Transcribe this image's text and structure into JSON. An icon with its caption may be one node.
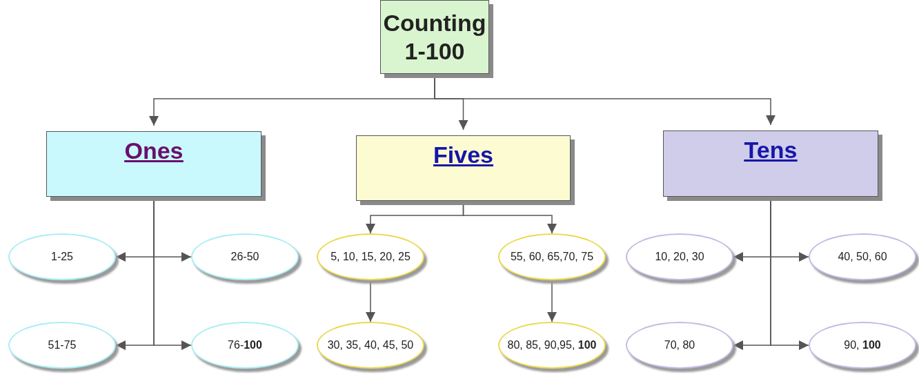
{
  "diagram": {
    "nodes": [
      {
        "text": [
          "Counting 1-100"
        ]
      },
      {
        "text": [
          "Ones"
        ]
      },
      {
        "text": [
          "Fives"
        ]
      },
      {
        "text": [
          "Tens"
        ]
      },
      {
        "text": [
          "1-25"
        ]
      },
      {
        "text": [
          "26-50"
        ]
      },
      {
        "text": [
          "51-75"
        ]
      },
      {
        "text": [
          "76-**100**"
        ]
      },
      {
        "text": [
          "5, 10, 15, 20, 25"
        ]
      },
      {
        "text": [
          "55, 60, 65,70, 75"
        ]
      },
      {
        "text": [
          "30, 35, 40, 45, 50"
        ]
      },
      {
        "text": [
          "80, 85, 90,95, **100**"
        ]
      },
      {
        "text": [
          "10, 20, 30"
        ]
      },
      {
        "text": [
          "40, 50, 60"
        ]
      },
      {
        "text": [
          "70, 80"
        ]
      },
      {
        "text": [
          "90, **100**"
        ]
      }
    ],
    "edges": [
      {
        "from": 0,
        "to": 1,
        "arrow": "to"
      },
      {
        "from": 0,
        "to": 2,
        "arrow": "to"
      },
      {
        "from": 0,
        "to": 3,
        "arrow": "to"
      },
      {
        "from": 1,
        "to": 4,
        "arrow": "to"
      },
      {
        "from": 1,
        "to": 5,
        "arrow": "to"
      },
      {
        "from": 1,
        "to": 6,
        "arrow": "to"
      },
      {
        "from": 1,
        "to": 7,
        "arrow": "to"
      },
      {
        "from": 2,
        "to": 8,
        "arrow": "to"
      },
      {
        "from": 2,
        "to": 9,
        "arrow": "to"
      },
      {
        "from": 8,
        "to": 10,
        "arrow": "to"
      },
      {
        "from": 9,
        "to": 11,
        "arrow": "to"
      },
      {
        "from": 3,
        "to": 12,
        "arrow": "to"
      },
      {
        "from": 3,
        "to": 13,
        "arrow": "to"
      },
      {
        "from": 3,
        "to": 14,
        "arrow": "to"
      },
      {
        "from": 3,
        "to": 15,
        "arrow": "to"
      }
    ]
  }
}
